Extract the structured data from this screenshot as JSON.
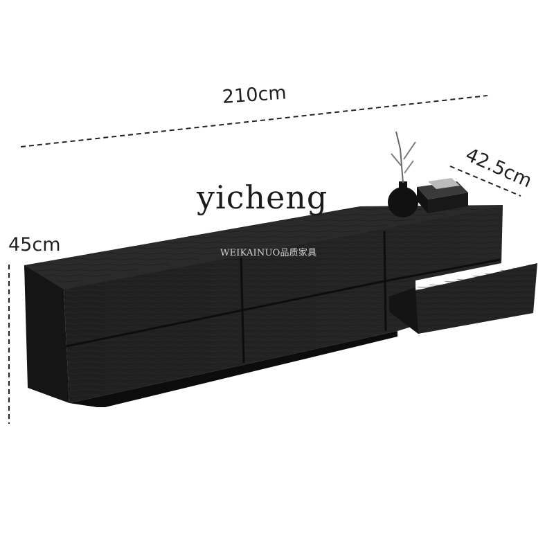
{
  "dimensions": {
    "width": "210cm",
    "depth": "42.5cm",
    "height": "45cm"
  },
  "watermark": {
    "brand": "yicheng",
    "subtitle": "WEIKAINUO品质家具"
  },
  "product": {
    "icon": "tv-cabinet-icon",
    "color": "#1c1c1c"
  }
}
